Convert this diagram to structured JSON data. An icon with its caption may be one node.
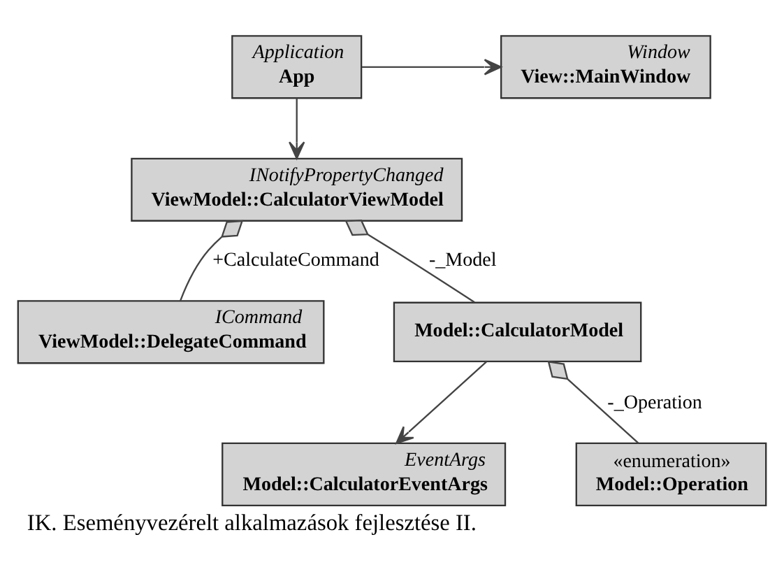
{
  "diagram": {
    "caption": "IK. Eseményvezérelt alkalmazások fejlesztése II.",
    "nodes": [
      {
        "text": [
          "Application",
          "App"
        ]
      },
      {
        "text": [
          "Window",
          "View::MainWindow"
        ]
      },
      {
        "text": [
          "INotifyPropertyChanged",
          "ViewModel::CalculatorViewModel"
        ]
      },
      {
        "text": [
          "ICommand",
          "ViewModel::DelegateCommand"
        ]
      },
      {
        "text": [
          "Model::CalculatorModel"
        ]
      },
      {
        "text": [
          "EventArgs",
          "Model::CalculatorEventArgs"
        ]
      },
      {
        "text": [
          "«enumeration»",
          "Model::Operation"
        ]
      }
    ],
    "edges": [
      {
        "from": 0,
        "to": 1,
        "arrow": "to"
      },
      {
        "from": 0,
        "to": 2,
        "arrow": "to"
      },
      {
        "from": 2,
        "to": 3,
        "arrow": "other",
        "label": "+CalculateCommand"
      },
      {
        "from": 2,
        "to": 4,
        "arrow": "other",
        "label": "-_Model"
      },
      {
        "from": 4,
        "to": 5,
        "arrow": "to"
      },
      {
        "from": 4,
        "to": 6,
        "arrow": "other",
        "label": "-_Operation"
      }
    ]
  }
}
